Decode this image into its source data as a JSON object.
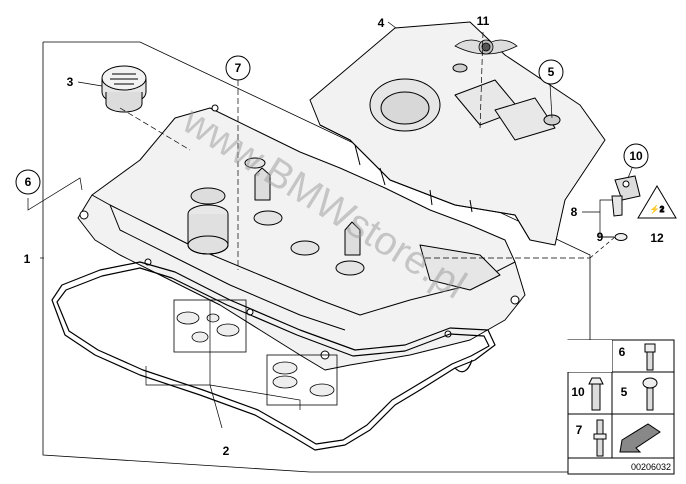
{
  "callouts": {
    "c1": "1",
    "c2": "2",
    "c3": "3",
    "c4": "4",
    "c5": "5",
    "c6": "6",
    "c7": "7",
    "c8": "8",
    "c9": "9",
    "c10": "10",
    "c11": "11",
    "c12": "12"
  },
  "hardware_legend": {
    "r1_right": "6",
    "r2_left": "10",
    "r2_right": "5",
    "r3_left": "7"
  },
  "watermark": "www.BMWstore.pl",
  "diagram_code": "00206032",
  "colors": {
    "line": "#000000",
    "part_fill": "#f2f2f2",
    "watermark": "#9a9a9a"
  }
}
